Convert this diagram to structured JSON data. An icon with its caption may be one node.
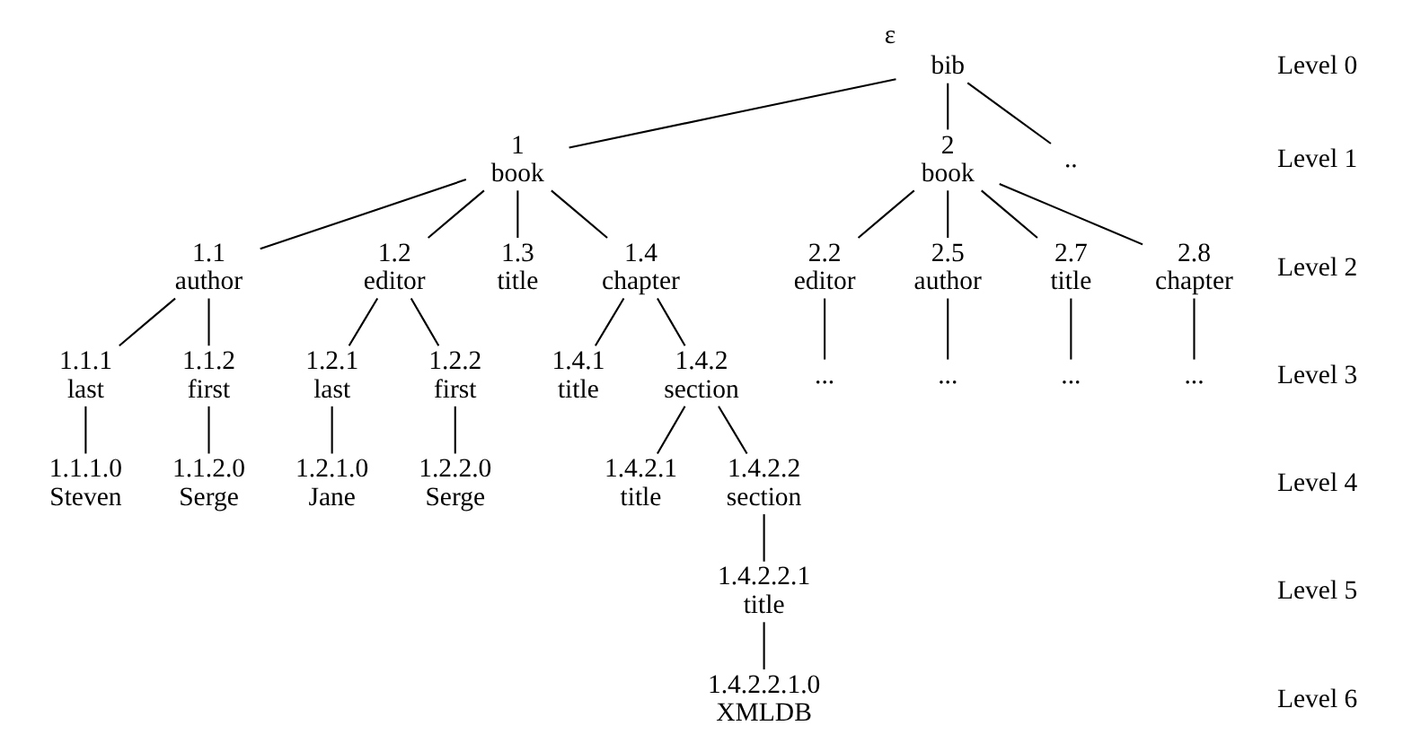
{
  "diagram": {
    "nodes": [
      {
        "text": [
          "bib"
        ],
        "beside": [
          "ε"
        ]
      },
      {
        "text": [
          "1",
          "book"
        ]
      },
      {
        "text": [
          "2",
          "book"
        ]
      },
      {
        "text": [
          ".."
        ]
      },
      {
        "text": [
          "1.1",
          "author"
        ]
      },
      {
        "text": [
          "1.2",
          "editor"
        ]
      },
      {
        "text": [
          "1.3",
          "title"
        ]
      },
      {
        "text": [
          "1.4",
          "chapter"
        ]
      },
      {
        "text": [
          "2.2",
          "editor"
        ]
      },
      {
        "text": [
          "2.5",
          "author"
        ]
      },
      {
        "text": [
          "2.7",
          "title"
        ]
      },
      {
        "text": [
          "2.8",
          "chapter"
        ]
      },
      {
        "text": [
          "1.1.1",
          "last"
        ]
      },
      {
        "text": [
          "1.1.2",
          "first"
        ]
      },
      {
        "text": [
          "1.2.1",
          "last"
        ]
      },
      {
        "text": [
          "1.2.2",
          "first"
        ]
      },
      {
        "text": [
          "1.4.1",
          "title"
        ]
      },
      {
        "text": [
          "1.4.2",
          "section"
        ]
      },
      {
        "text": [
          "..."
        ]
      },
      {
        "text": [
          "..."
        ]
      },
      {
        "text": [
          "..."
        ]
      },
      {
        "text": [
          "..."
        ]
      },
      {
        "text": [
          "1.1.1.0",
          "Steven"
        ]
      },
      {
        "text": [
          "1.1.2.0",
          "Serge"
        ]
      },
      {
        "text": [
          "1.2.1.0",
          "Jane"
        ]
      },
      {
        "text": [
          "1.2.2.0",
          "Serge"
        ]
      },
      {
        "text": [
          "1.4.2.1",
          "title"
        ]
      },
      {
        "text": [
          "1.4.2.2",
          "section"
        ]
      },
      {
        "text": [
          "1.4.2.2.1",
          "title"
        ]
      },
      {
        "text": [
          "1.4.2.2.1.0",
          "XMLDB"
        ]
      }
    ],
    "edges": [
      {
        "from": 0,
        "to": 1,
        "arrow": "none"
      },
      {
        "from": 0,
        "to": 2,
        "arrow": "none"
      },
      {
        "from": 0,
        "to": 3,
        "arrow": "none"
      },
      {
        "from": 1,
        "to": 4,
        "arrow": "none"
      },
      {
        "from": 1,
        "to": 5,
        "arrow": "none"
      },
      {
        "from": 1,
        "to": 6,
        "arrow": "none"
      },
      {
        "from": 1,
        "to": 7,
        "arrow": "none"
      },
      {
        "from": 2,
        "to": 8,
        "arrow": "none"
      },
      {
        "from": 2,
        "to": 9,
        "arrow": "none"
      },
      {
        "from": 2,
        "to": 10,
        "arrow": "none"
      },
      {
        "from": 2,
        "to": 11,
        "arrow": "none"
      },
      {
        "from": 4,
        "to": 12,
        "arrow": "none"
      },
      {
        "from": 4,
        "to": 13,
        "arrow": "none"
      },
      {
        "from": 5,
        "to": 14,
        "arrow": "none"
      },
      {
        "from": 5,
        "to": 15,
        "arrow": "none"
      },
      {
        "from": 7,
        "to": 16,
        "arrow": "none"
      },
      {
        "from": 7,
        "to": 17,
        "arrow": "none"
      },
      {
        "from": 8,
        "to": 18,
        "arrow": "none"
      },
      {
        "from": 9,
        "to": 19,
        "arrow": "none"
      },
      {
        "from": 10,
        "to": 20,
        "arrow": "none"
      },
      {
        "from": 11,
        "to": 21,
        "arrow": "none"
      },
      {
        "from": 12,
        "to": 22,
        "arrow": "none"
      },
      {
        "from": 13,
        "to": 23,
        "arrow": "none"
      },
      {
        "from": 14,
        "to": 24,
        "arrow": "none"
      },
      {
        "from": 15,
        "to": 25,
        "arrow": "none"
      },
      {
        "from": 17,
        "to": 26,
        "arrow": "none"
      },
      {
        "from": 17,
        "to": 27,
        "arrow": "none"
      },
      {
        "from": 27,
        "to": 28,
        "arrow": "none"
      },
      {
        "from": 28,
        "to": 29,
        "arrow": "none"
      }
    ],
    "labels": [
      "Level 0",
      "Level 1",
      "Level 2",
      "Level 3",
      "Level 4",
      "Level 5",
      "Level 6"
    ]
  }
}
